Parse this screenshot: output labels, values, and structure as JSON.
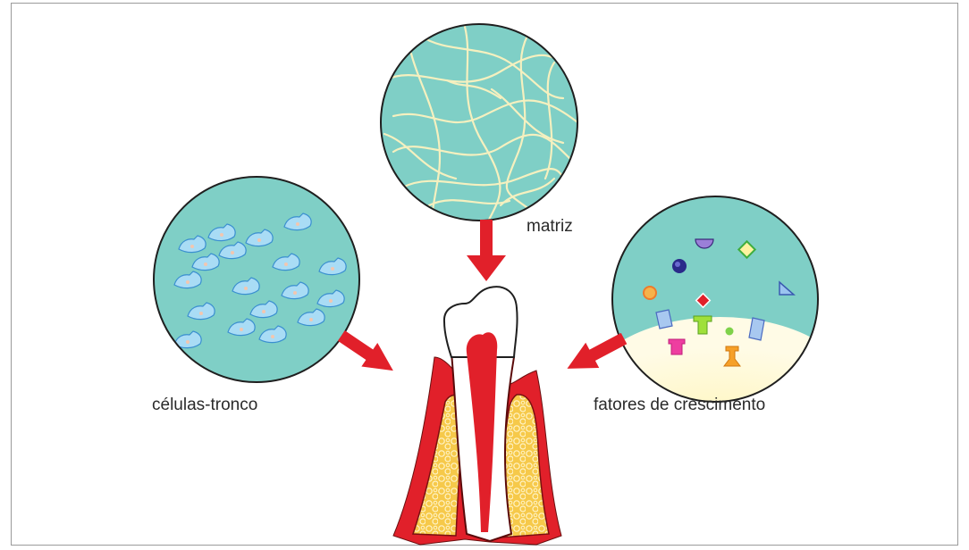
{
  "labels": {
    "matrix": "matriz",
    "stem_cells": "células-tronco",
    "growth_factors": "fatores de crescimento"
  },
  "colors": {
    "circle_fill": "#7fcfc6",
    "circle_stroke": "#1f1f1f",
    "arrow": "#e1202a",
    "fiber": "#f5f0bf",
    "cell": "#a9dcf5",
    "gum": "#e1202a",
    "bone": "#f3c84a",
    "enamel": "#ffffff"
  },
  "icons": [
    "matrix-circle",
    "stem-cells-circle",
    "growth-factors-circle",
    "tooth-icon",
    "arrow-icon"
  ]
}
